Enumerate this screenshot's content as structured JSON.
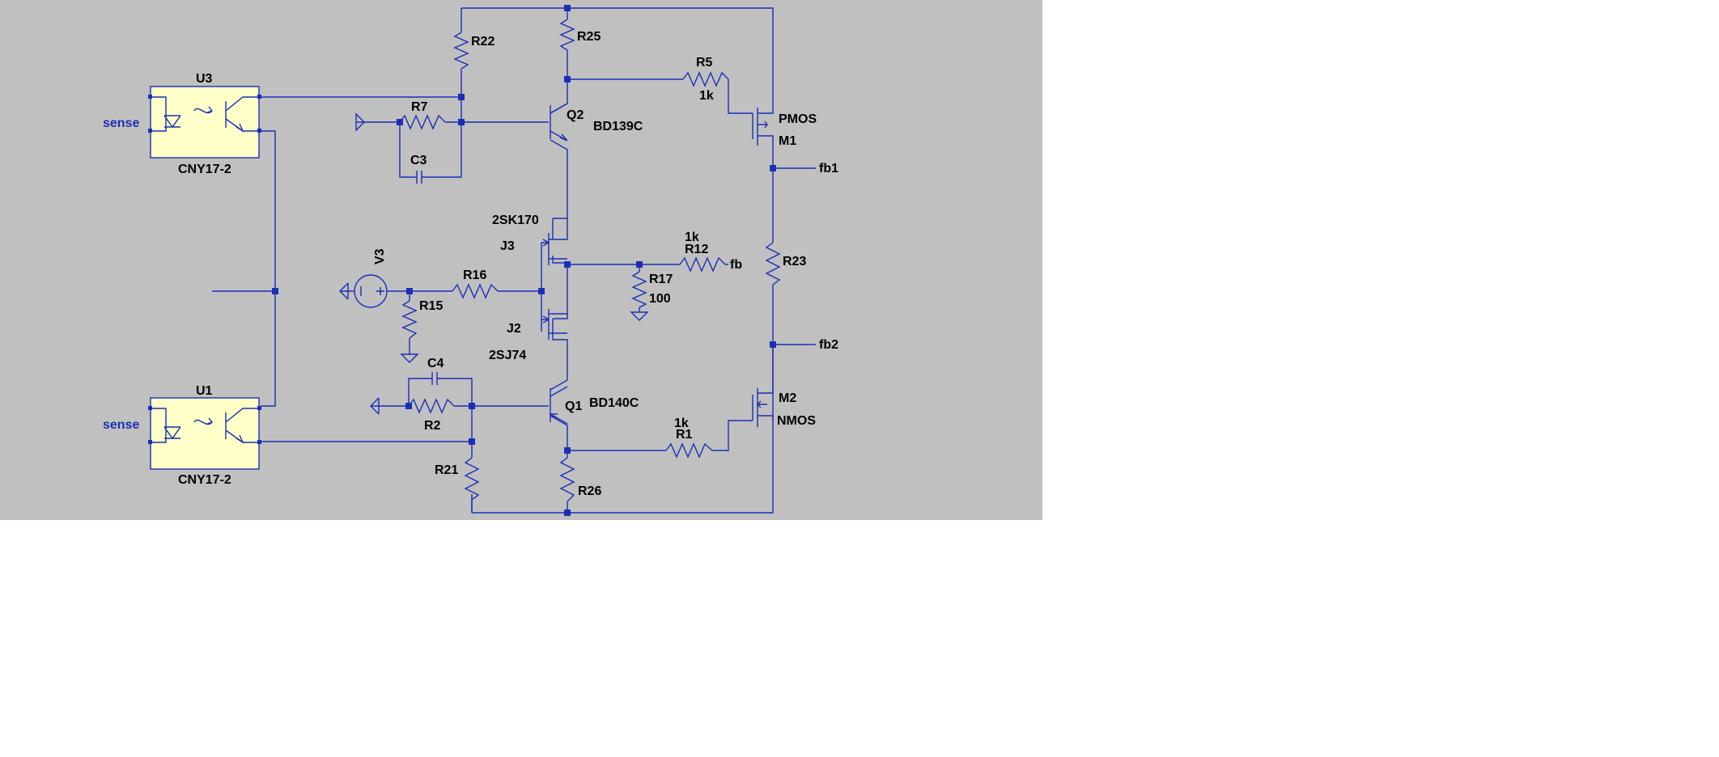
{
  "colors": {
    "canvas": "#c0c0c0",
    "page": "#ffffff",
    "wire": "#1a2fb5",
    "text": "#000000",
    "optocoupler_fill": "#ffffc8",
    "netlabel": "#1a2fb5"
  },
  "optocouplers": {
    "u3": {
      "ref": "U3",
      "part": "CNY17-2",
      "input_label": "sense"
    },
    "u1": {
      "ref": "U1",
      "part": "CNY17-2",
      "input_label": "sense"
    }
  },
  "resistors": {
    "r22": {
      "ref": "R22"
    },
    "r25": {
      "ref": "R25"
    },
    "r5": {
      "ref": "R5",
      "value": "1k"
    },
    "r7": {
      "ref": "R7"
    },
    "r16": {
      "ref": "R16"
    },
    "r15": {
      "ref": "R15"
    },
    "r12": {
      "ref": "R12",
      "value": "1k"
    },
    "r17": {
      "ref": "R17",
      "value": "100"
    },
    "r23": {
      "ref": "R23"
    },
    "r2": {
      "ref": "R2"
    },
    "r1": {
      "ref": "R1",
      "value": "1k"
    },
    "r21": {
      "ref": "R21"
    },
    "r26": {
      "ref": "R26"
    }
  },
  "capacitors": {
    "c3": {
      "ref": "C3"
    },
    "c4": {
      "ref": "C4"
    }
  },
  "transistors": {
    "q2": {
      "ref": "Q2",
      "part": "BD139C"
    },
    "q1": {
      "ref": "Q1",
      "part": "BD140C"
    },
    "j3": {
      "ref": "J3",
      "part": "2SK170"
    },
    "j2": {
      "ref": "J2",
      "part": "2SJ74"
    },
    "m1": {
      "ref": "M1",
      "part": "PMOS"
    },
    "m2": {
      "ref": "M2",
      "part": "NMOS"
    }
  },
  "sources": {
    "v3": {
      "ref": "V3"
    }
  },
  "nets": {
    "fb1": "fb1",
    "fb": "fb",
    "fb2": "fb2"
  }
}
